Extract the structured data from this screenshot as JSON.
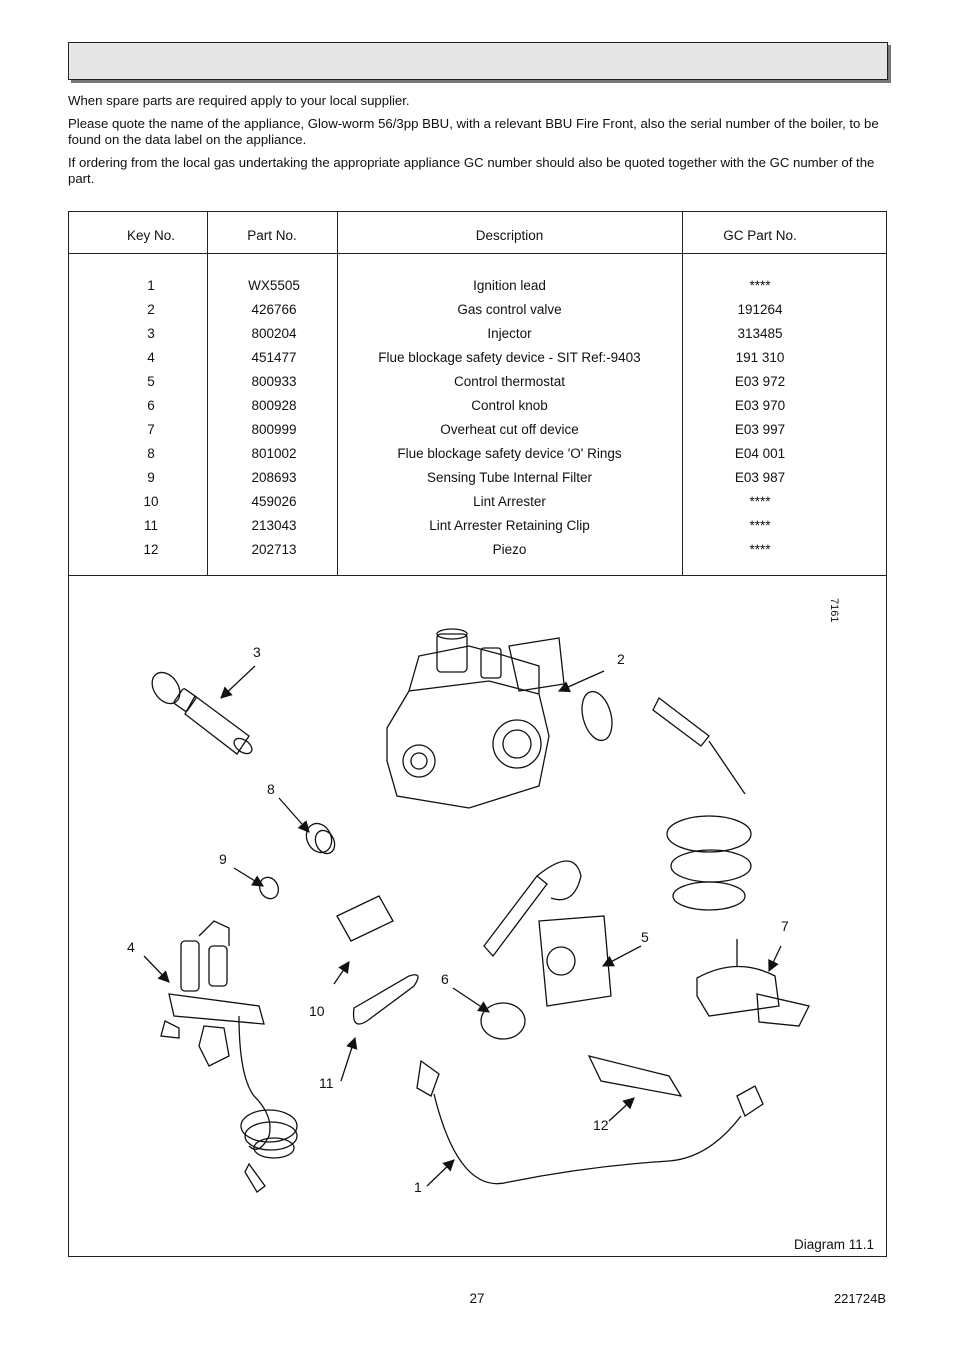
{
  "intro": {
    "p1": "When spare parts are required apply to your local supplier.",
    "p2": "Please quote the name of the appliance, Glow-worm 56/3pp BBU, with a relevant BBU Fire Front, also the serial number of the boiler, to be found on the data label on the appliance.",
    "p3": "If ordering from the local gas undertaking the appropriate appliance GC number should also be quoted together with the GC number of the part."
  },
  "table": {
    "headers": {
      "key": "Key No.",
      "part": "Part No.",
      "desc": "Description",
      "gc": "GC Part No."
    },
    "rows": [
      {
        "key": "1",
        "part": "WX5505",
        "desc": "Ignition lead",
        "gc": "****"
      },
      {
        "key": "2",
        "part": "426766",
        "desc": "Gas control valve",
        "gc": "191264"
      },
      {
        "key": "3",
        "part": "800204",
        "desc": "Injector",
        "gc": "313485"
      },
      {
        "key": "4",
        "part": "451477",
        "desc": "Flue blockage safety device - SIT Ref:-9403",
        "gc": "191 310"
      },
      {
        "key": "5",
        "part": "800933",
        "desc": "Control thermostat",
        "gc": "E03 972"
      },
      {
        "key": "6",
        "part": "800928",
        "desc": "Control knob",
        "gc": "E03 970"
      },
      {
        "key": "7",
        "part": "800999",
        "desc": "Overheat cut off device",
        "gc": "E03 997"
      },
      {
        "key": "8",
        "part": "801002",
        "desc": "Flue blockage safety device 'O' Rings",
        "gc": "E04 001"
      },
      {
        "key": "9",
        "part": "208693",
        "desc": "Sensing Tube Internal Filter",
        "gc": "E03 987"
      },
      {
        "key": "10",
        "part": "459026",
        "desc": "Lint Arrester",
        "gc": "****"
      },
      {
        "key": "11",
        "part": "213043",
        "desc": "Lint Arrester Retaining Clip",
        "gc": "****"
      },
      {
        "key": "12",
        "part": "202713",
        "desc": "Piezo",
        "gc": "****"
      }
    ]
  },
  "diagram": {
    "caption": "Diagram 11.1",
    "code": "7161",
    "callouts": {
      "c1": "1",
      "c2": "2",
      "c3": "3",
      "c4": "4",
      "c5": "5",
      "c6": "6",
      "c7": "7",
      "c8": "8",
      "c9": "9",
      "c10": "10",
      "c11": "11",
      "c12": "12"
    }
  },
  "footer": {
    "page": "27",
    "ref": "221724B"
  }
}
